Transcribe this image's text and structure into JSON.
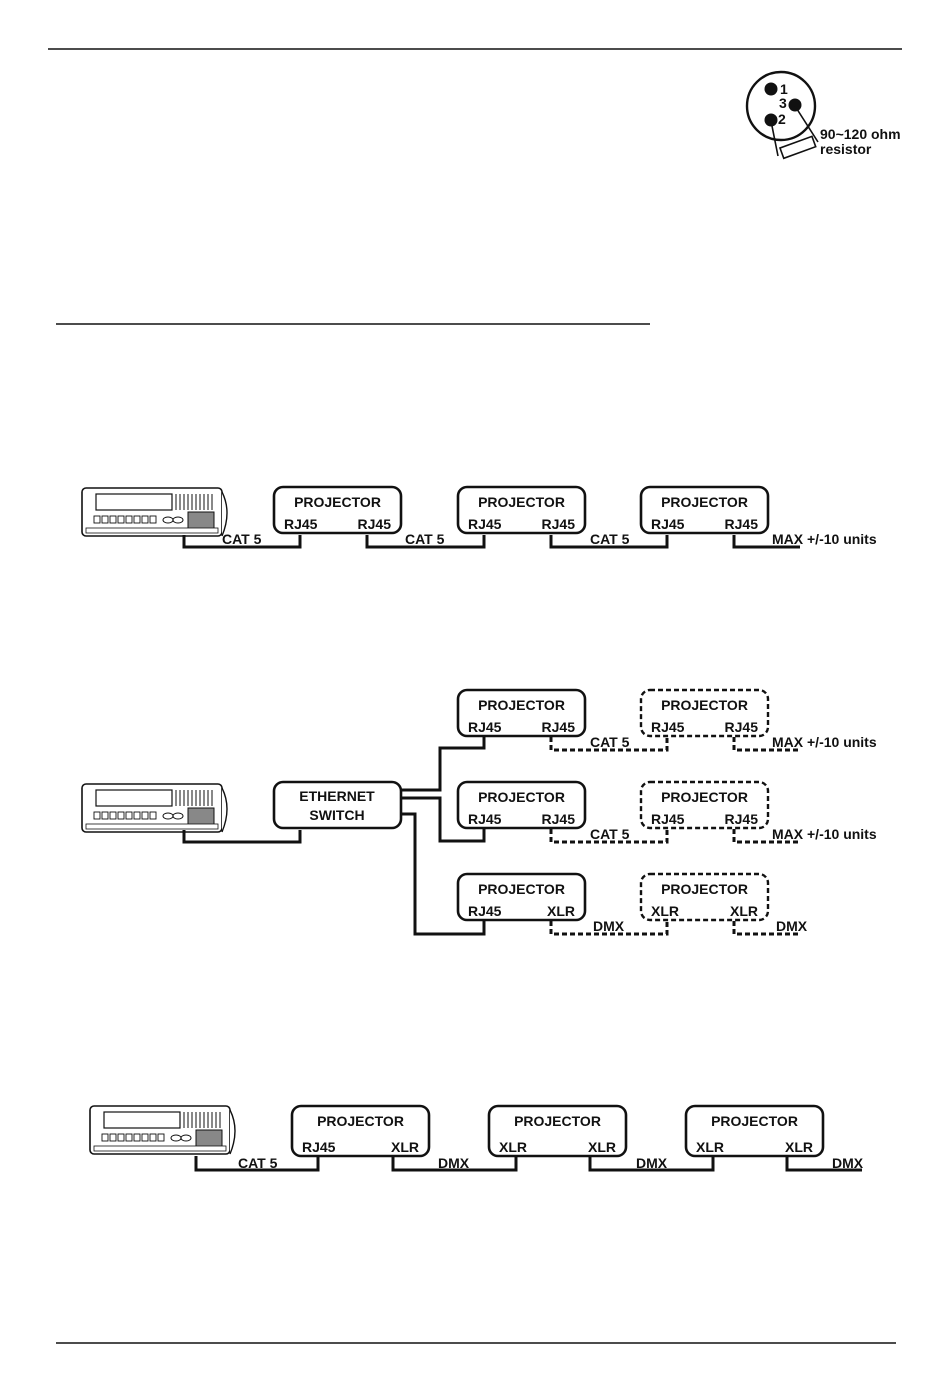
{
  "connector": {
    "pin_1": "1",
    "pin_2": "2",
    "pin_3": "3",
    "resistor_value": "90~120 ohm",
    "resistor_word": "resistor"
  },
  "labels": {
    "projector": "PROJECTOR",
    "rj45": "RJ45",
    "xlr": "XLR",
    "cat5": "CAT 5",
    "dmx": "DMX",
    "max_units": "MAX +/-10 units",
    "switch_line1": "ETHERNET",
    "switch_line2": "SWITCH"
  }
}
